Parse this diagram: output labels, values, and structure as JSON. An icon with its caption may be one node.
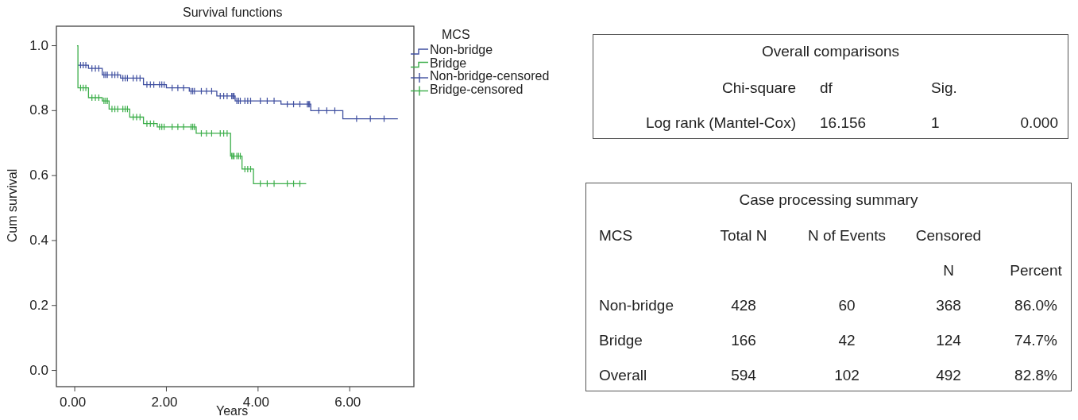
{
  "diagram": {
    "nodes": [
      {
        "text": [
          "Overall comparisons"
        ]
      },
      {
        "text": [
          "Case processing summary"
        ]
      }
    ],
    "edges": [],
    "labels": [
      "Chi-square",
      "df",
      "Sig.",
      "Log rank (Mantel-Cox)",
      "16.156",
      "1",
      "0.000",
      "MCS",
      "Total N",
      "N of Events",
      "Censored",
      "N",
      "Percent",
      "Non-bridge",
      "428",
      "60",
      "368",
      "86.0%",
      "Bridge",
      "166",
      "42",
      "124",
      "74.7%",
      "Overall",
      "594",
      "102",
      "492",
      "82.8%"
    ],
    "legend": [
      {
        "text": "Non-bridge-censored"
      },
      {
        "text": "Bridge-censored"
      }
    ],
    "chart_data": {
      "type": "line",
      "title": "Survival functions",
      "xlabel": "Years",
      "ylabel": "Cum survival",
      "legend": {
        "title": "MCS"
      },
      "x": [
        0.05,
        0.07,
        0.07,
        0.3,
        0.3,
        0.6,
        0.6,
        0.75,
        0.75,
        1.0,
        1.0,
        1.2,
        1.2,
        1.5,
        1.5,
        1.8,
        1.8,
        2.0,
        2.0,
        2.5,
        2.5,
        2.65,
        2.65,
        3.1,
        3.1,
        3.4,
        3.4,
        3.5,
        3.5,
        3.65,
        3.65,
        3.9,
        3.9,
        4.5,
        4.5,
        5.05,
        5.15,
        5.15,
        5.85,
        5.85,
        7.05
      ],
      "series": [
        {
          "name": "Non-bridge",
          "color": "#3f4fa0",
          "values": [
            null,
            null,
            0.94,
            0.94,
            0.93,
            0.93,
            0.91,
            0.91,
            0.91,
            0.91,
            0.9,
            0.9,
            0.9,
            0.9,
            0.88,
            0.88,
            0.88,
            0.88,
            0.87,
            0.87,
            0.86,
            0.86,
            0.86,
            0.86,
            0.845,
            0.845,
            0.845,
            0.845,
            0.83,
            0.83,
            0.83,
            0.83,
            0.83,
            0.83,
            0.82,
            0.82,
            0.82,
            0.8,
            0.8,
            0.775,
            0.775
          ]
        },
        {
          "name": "Bridge",
          "color": "#3cae4a",
          "values": [
            1.0,
            1.0,
            0.87,
            0.87,
            0.84,
            0.84,
            0.83,
            0.83,
            0.805,
            0.805,
            0.805,
            0.805,
            0.78,
            0.78,
            0.76,
            0.76,
            0.75,
            0.75,
            0.75,
            0.75,
            0.75,
            0.75,
            0.73,
            0.73,
            0.73,
            0.73,
            0.66,
            0.66,
            0.66,
            0.66,
            0.62,
            0.62,
            0.575,
            0.575,
            0.575,
            0.575,
            null,
            null,
            null,
            null,
            null
          ]
        }
      ],
      "xlim": [
        -0.4,
        7.4
      ],
      "ylim": [
        -0.05,
        1.06
      ],
      "xticks": [
        {
          "value": 0,
          "label": "0.00"
        },
        {
          "value": 2,
          "label": "2.00"
        },
        {
          "value": 4,
          "label": "4.00"
        },
        {
          "value": 6,
          "label": "6.00"
        }
      ],
      "yticks": [
        {
          "value": 0,
          "label": "0.0"
        },
        {
          "value": 0.2,
          "label": "0.2"
        },
        {
          "value": 0.4,
          "label": "0.4"
        },
        {
          "value": 0.6,
          "label": "0.6"
        },
        {
          "value": 0.8,
          "label": "0.8"
        },
        {
          "value": 1.0,
          "label": "1.0"
        }
      ]
    }
  }
}
